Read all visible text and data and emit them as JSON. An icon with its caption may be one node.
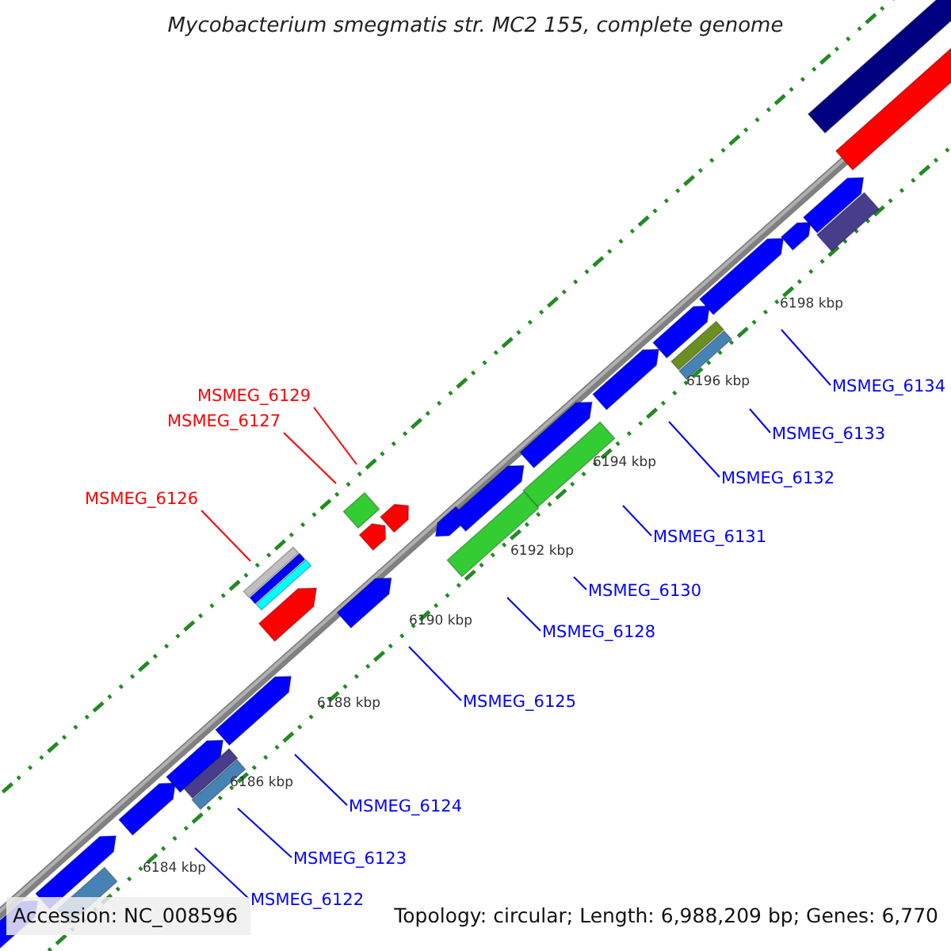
{
  "diagram": {
    "title": "Mycobacterium smegmatis str. MC2 155, complete genome",
    "nodes": [
      {
        "text": [
          "MSMEG_6134"
        ]
      },
      {
        "text": [
          "MSMEG_6129"
        ]
      },
      {
        "text": [
          "MSMEG_6127"
        ]
      },
      {
        "text": [
          "MSMEG_6133"
        ]
      },
      {
        "text": [
          "MSMEG_6132"
        ]
      },
      {
        "text": [
          "MSMEG_6126"
        ]
      },
      {
        "text": [
          "MSMEG_6131"
        ]
      },
      {
        "text": [
          "MSMEG_6130"
        ]
      },
      {
        "text": [
          "MSMEG_6128"
        ]
      },
      {
        "text": [
          "MSMEG_6125"
        ]
      },
      {
        "text": [
          "MSMEG_6124"
        ]
      },
      {
        "text": [
          "MSMEG_6123"
        ]
      },
      {
        "text": [
          "MSMEG_6122"
        ]
      }
    ],
    "edges": [
      {
        "from": 0,
        "to": null,
        "arrow": "none"
      },
      {
        "from": 1,
        "to": null,
        "arrow": "none",
        "color": "#ff0000"
      },
      {
        "from": 2,
        "to": null,
        "arrow": "none",
        "color": "#ff0000"
      },
      {
        "from": 3,
        "to": null,
        "arrow": "none"
      },
      {
        "from": 4,
        "to": null,
        "arrow": "none"
      },
      {
        "from": 5,
        "to": null,
        "arrow": "none",
        "color": "#ff0000"
      },
      {
        "from": 6,
        "to": null,
        "arrow": "none"
      },
      {
        "from": 7,
        "to": null,
        "arrow": "none"
      },
      {
        "from": 8,
        "to": null,
        "arrow": "none"
      },
      {
        "from": 9,
        "to": null,
        "arrow": "none"
      },
      {
        "from": 10,
        "to": null,
        "arrow": "none"
      },
      {
        "from": 11,
        "to": null,
        "arrow": "none"
      },
      {
        "from": 12,
        "to": null,
        "arrow": "none"
      }
    ],
    "labels": [
      "6198 kbp",
      "6196 kbp",
      "6194 kbp",
      "6192 kbp",
      "6190 kbp",
      "6188 kbp",
      "6186 kbp",
      "6184 kbp",
      "Accession: NC_008596",
      "Topology: circular; Length: 6,988,209 bp; Genes: 6,770"
    ]
  }
}
